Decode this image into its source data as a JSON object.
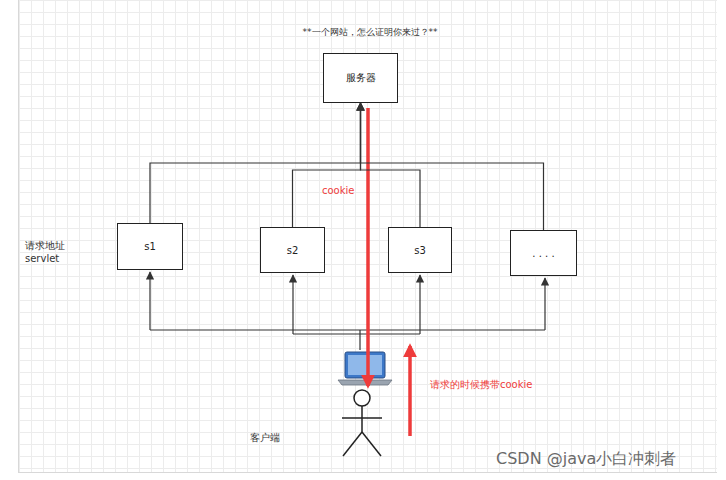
{
  "diagram": {
    "title": "**一个网站，怎么证明你来过？**",
    "nodes": [
      {
        "text": [
          "服务器"
        ]
      },
      {
        "text": [
          "s1"
        ]
      },
      {
        "text": [
          "s2"
        ]
      },
      {
        "text": [
          "s3"
        ]
      },
      {
        "text": [
          ". . . ."
        ]
      }
    ],
    "edges": [
      {
        "from": 1,
        "to": 0,
        "arrow": "to"
      },
      {
        "from": 2,
        "to": 0,
        "arrow": "to"
      },
      {
        "from": 3,
        "to": 0,
        "arrow": "to"
      },
      {
        "from": 4,
        "to": 0,
        "arrow": "to"
      }
    ],
    "labels": [
      "请求地址 servlet",
      "cookie",
      "请求的时候携带cookie",
      "客户端",
      "CSDN @java小白冲刺者"
    ]
  }
}
